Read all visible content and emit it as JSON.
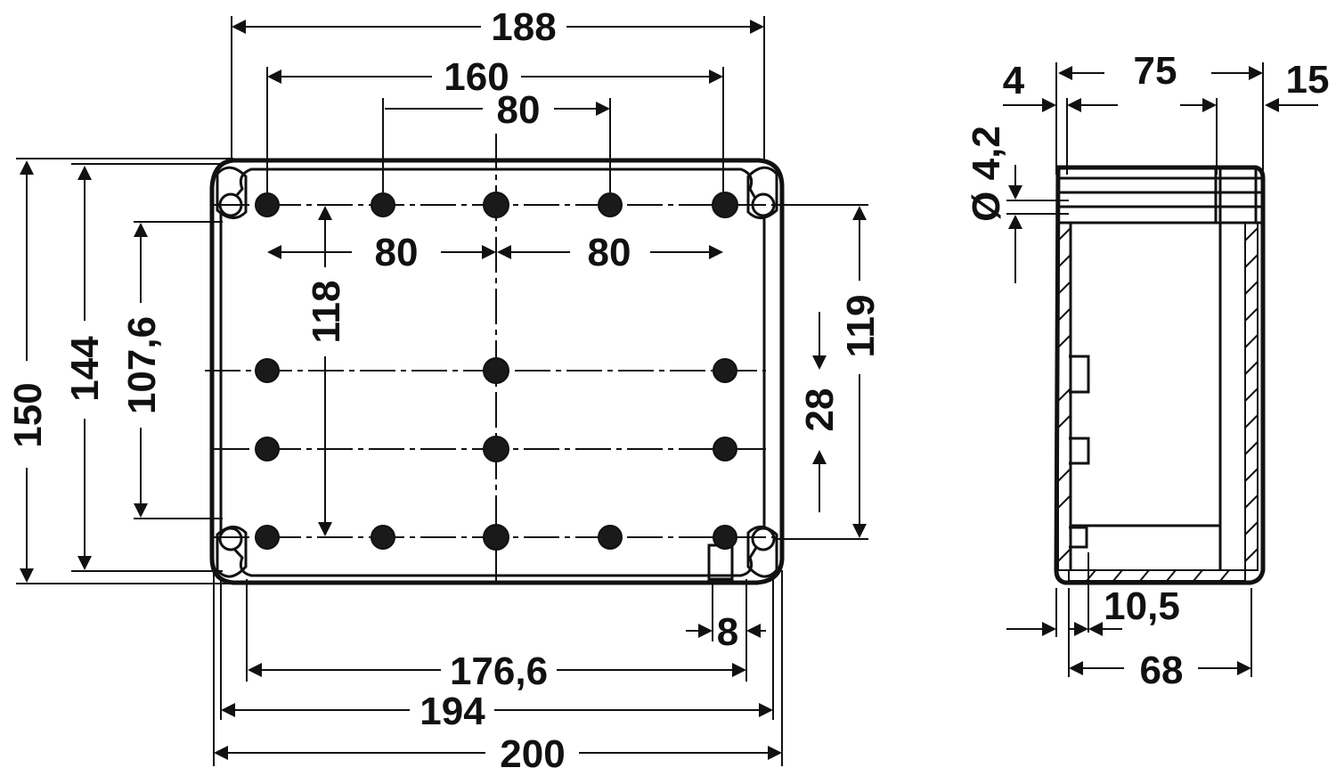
{
  "front_view": {
    "dim_188": "188",
    "dim_160": "160",
    "dim_80_top": "80",
    "dim_80_left": "80",
    "dim_80_right": "80",
    "dim_150": "150",
    "dim_144": "144",
    "dim_107_6": "107,6",
    "dim_118": "118",
    "dim_119": "119",
    "dim_28": "28",
    "dim_8": "8",
    "dim_176_6": "176,6",
    "dim_194": "194",
    "dim_200": "200"
  },
  "side_view": {
    "dim_4": "4",
    "dim_75": "75",
    "dim_15": "15",
    "dim_hole_diameter": "Ø 4,2",
    "dim_10_5": "10,5",
    "dim_68": "68"
  },
  "colors": {
    "line": "#111111",
    "background": "#ffffff"
  }
}
